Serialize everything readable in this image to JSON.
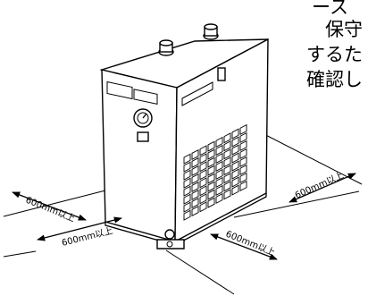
{
  "text_fragment": {
    "lines": [
      "ース",
      "保守",
      "するた",
      "確認し"
    ]
  },
  "diagram": {
    "clearance_labels": [
      "600mm以上",
      "600mm以上",
      "600mm以上",
      "600mm以上"
    ]
  }
}
